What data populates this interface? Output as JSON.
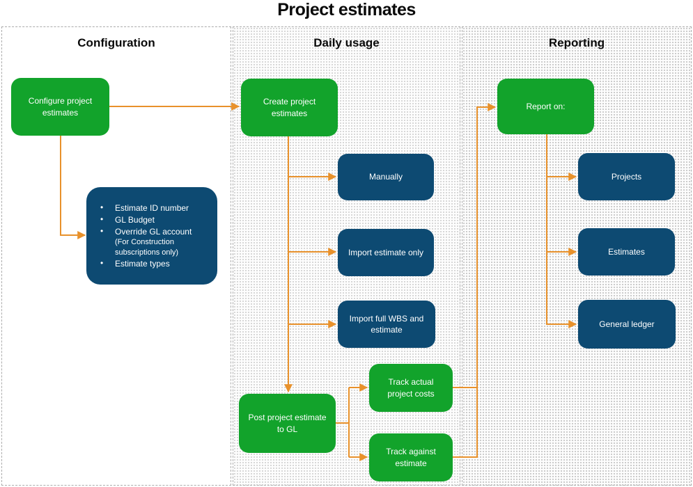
{
  "title": "Project estimates",
  "lanes": {
    "configuration": {
      "label": "Configuration"
    },
    "daily_usage": {
      "label": "Daily usage"
    },
    "reporting": {
      "label": "Reporting"
    }
  },
  "nodes": {
    "configure": {
      "label": "Configure project estimates"
    },
    "create": {
      "label": "Create project estimates"
    },
    "manually": {
      "label": "Manually"
    },
    "import_estimate": {
      "label": "Import estimate only"
    },
    "import_wbs": {
      "label": "Import full WBS and estimate"
    },
    "post_gl": {
      "label": "Post project estimate to GL"
    },
    "track_actual": {
      "label": "Track actual project costs"
    },
    "track_against": {
      "label": "Track against estimate"
    },
    "report_on": {
      "label": "Report on:"
    },
    "projects": {
      "label": "Projects"
    },
    "estimates": {
      "label": "Estimates"
    },
    "general_ledger": {
      "label": "General ledger"
    }
  },
  "details": {
    "items": [
      {
        "text": "Estimate ID number"
      },
      {
        "text": "GL Budget"
      },
      {
        "text": "Override GL account",
        "note": "(For Construction subscriptions only)"
      },
      {
        "text": "Estimate types"
      }
    ]
  },
  "colors": {
    "node_green": "#12a32b",
    "node_blue": "#0d4a72",
    "arrow_orange": "#e8912b"
  }
}
